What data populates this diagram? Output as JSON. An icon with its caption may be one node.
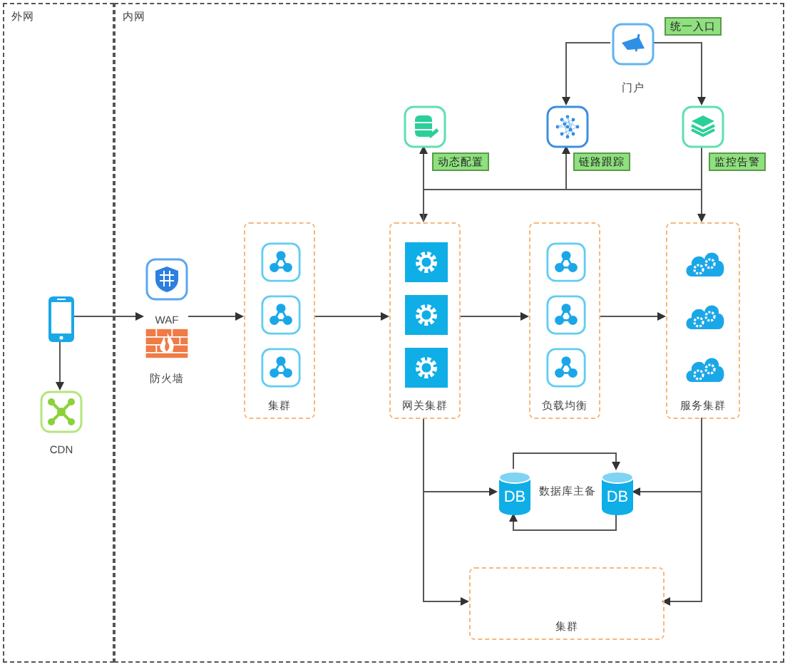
{
  "diagram": {
    "nodes": [
      {
        "text": [
          "外网"
        ]
      },
      {
        "text": [
          "内网"
        ]
      },
      {
        "text": [],
        "shape": "picture",
        "in": 0
      },
      {
        "text": [
          "CDN"
        ],
        "in": 0
      },
      {
        "text": [
          "WAF"
        ],
        "in": 1
      },
      {
        "text": [
          "防火墙"
        ],
        "in": 1
      },
      {
        "text": [
          "集群"
        ],
        "in": 1
      },
      {
        "text": [],
        "shape": "picture",
        "in": 6
      },
      {
        "text": [],
        "shape": "picture",
        "in": 6
      },
      {
        "text": [],
        "shape": "picture",
        "in": 6
      },
      {
        "text": [
          "网关集群"
        ],
        "in": 1
      },
      {
        "text": [],
        "shape": "picture",
        "in": 10
      },
      {
        "text": [],
        "shape": "picture",
        "in": 10
      },
      {
        "text": [],
        "shape": "picture",
        "in": 10
      },
      {
        "text": [
          "负载均衡"
        ],
        "in": 1
      },
      {
        "text": [],
        "shape": "picture",
        "in": 14
      },
      {
        "text": [],
        "shape": "picture",
        "in": 14
      },
      {
        "text": [],
        "shape": "picture",
        "in": 14
      },
      {
        "text": [
          "服务集群"
        ],
        "in": 1
      },
      {
        "text": [],
        "shape": "cloud",
        "in": 18
      },
      {
        "text": [],
        "shape": "cloud",
        "in": 18
      },
      {
        "text": [],
        "shape": "cloud",
        "in": 18
      },
      {
        "text": [
          "门户"
        ],
        "in": 1,
        "beside": [
          "统一入口"
        ]
      },
      {
        "text": [],
        "shape": "picture",
        "in": 1,
        "beside": [
          "动态配置"
        ]
      },
      {
        "text": [],
        "shape": "picture",
        "in": 1,
        "beside": [
          "链路跟踪"
        ]
      },
      {
        "text": [],
        "shape": "picture",
        "in": 1,
        "beside": [
          "监控告警"
        ]
      },
      {
        "text": [
          "DB"
        ],
        "in": 1
      },
      {
        "text": [
          "DB"
        ],
        "in": 1
      },
      {
        "text": [
          "集群"
        ],
        "in": 1
      }
    ],
    "edges": [
      {
        "from": 2,
        "to": 3,
        "arrow": "to"
      },
      {
        "from": 2,
        "to": 4,
        "arrow": "to"
      },
      {
        "from": 4,
        "to": 6,
        "arrow": "to"
      },
      {
        "from": 6,
        "to": 10,
        "arrow": "to"
      },
      {
        "from": 10,
        "to": 14,
        "arrow": "to"
      },
      {
        "from": 14,
        "to": 18,
        "arrow": "to"
      },
      {
        "from": 22,
        "to": 24,
        "arrow": "to"
      },
      {
        "from": 22,
        "to": 25,
        "arrow": "to"
      },
      {
        "from": 25,
        "to": 10,
        "arrow": "to"
      },
      {
        "from": 25,
        "to": 18,
        "arrow": "to"
      },
      {
        "from": 10,
        "to": 23,
        "arrow": "to"
      },
      {
        "from": 10,
        "to": 24,
        "arrow": "to"
      },
      {
        "from": 10,
        "to": 26,
        "arrow": "to"
      },
      {
        "from": 10,
        "to": 28,
        "arrow": "to"
      },
      {
        "from": 18,
        "to": 27,
        "arrow": "to"
      },
      {
        "from": 18,
        "to": 28,
        "arrow": "to"
      },
      {
        "from": 26,
        "to": 27,
        "arrow": "to"
      },
      {
        "from": 27,
        "to": 26,
        "arrow": "to"
      }
    ],
    "labels": [
      "数据库主备"
    ]
  }
}
